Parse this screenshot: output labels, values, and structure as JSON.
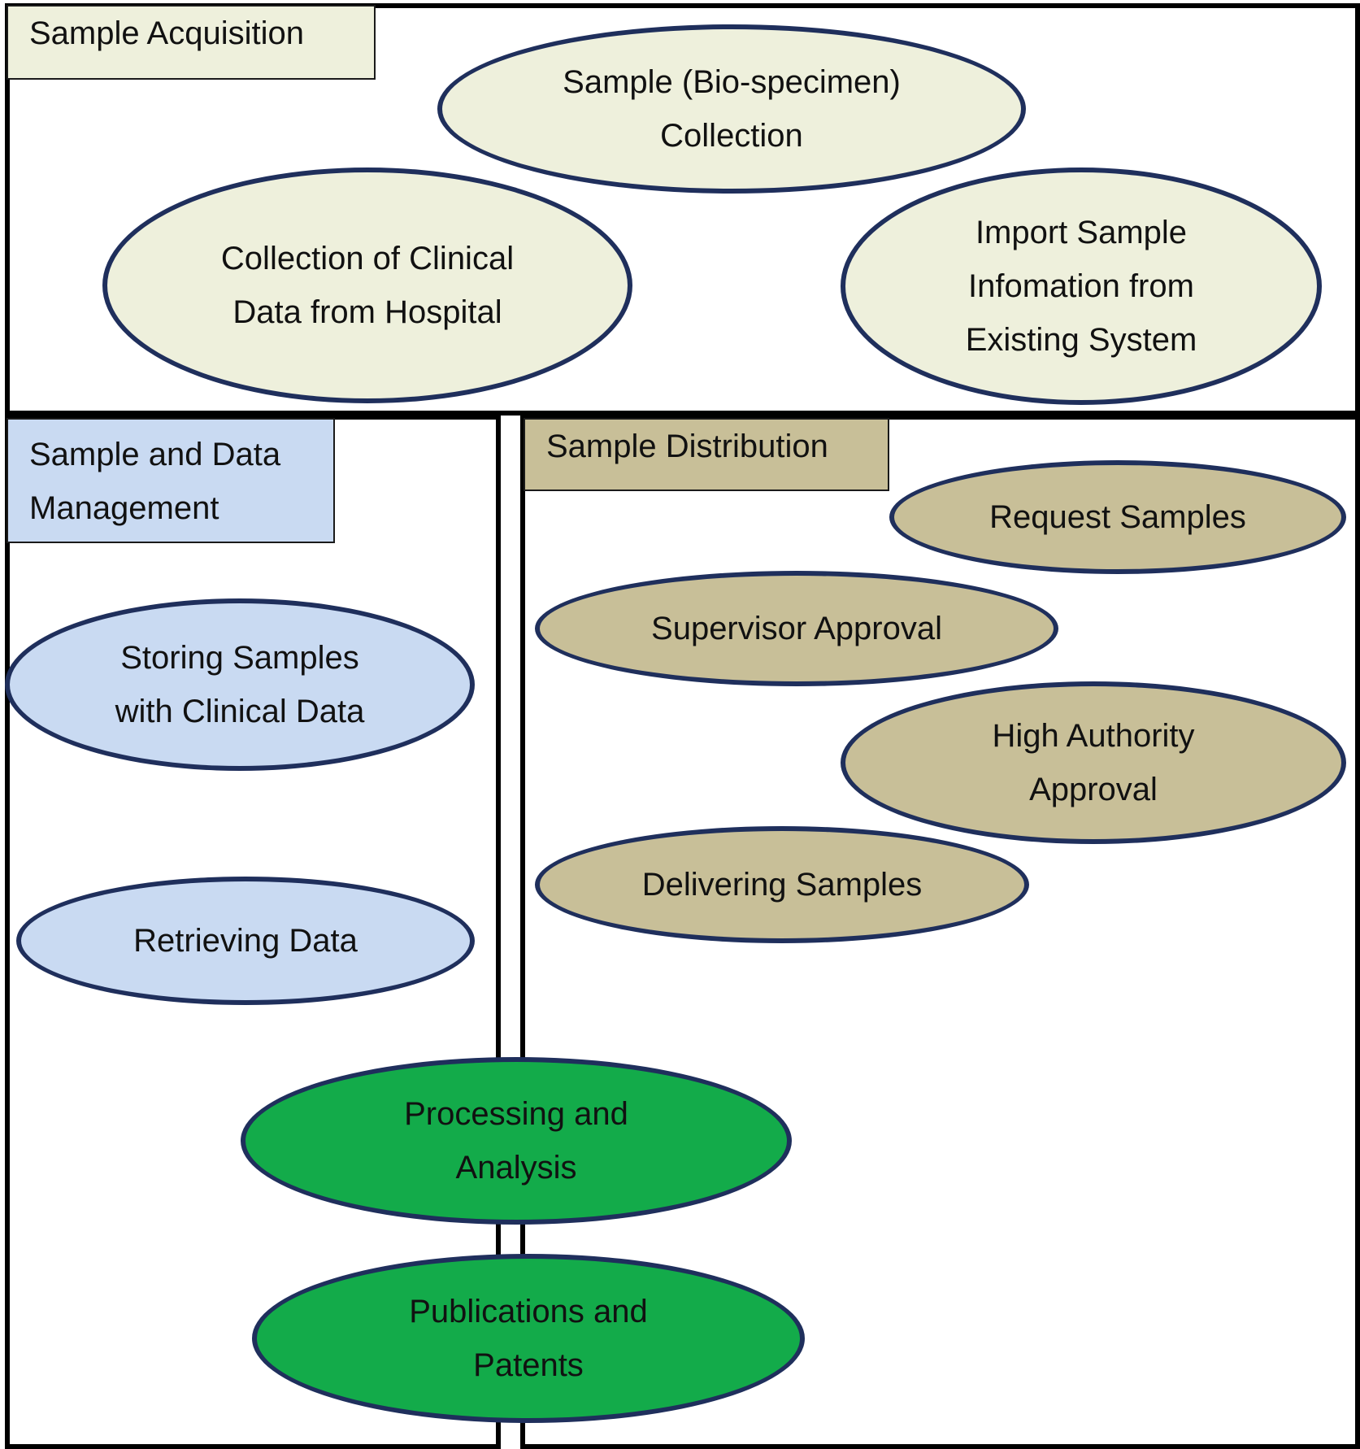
{
  "colors": {
    "acquisition_fill": "#eef0dc",
    "management_fill": "#c9daf2",
    "distribution_fill": "#c8bf98",
    "outcome_fill": "#13ab4a",
    "ellipse_border": "#1f2f5c",
    "panel_border": "#000000"
  },
  "sections": {
    "acquisition": {
      "label": "Sample Acquisition",
      "nodes": [
        "Sample (Bio-specimen)\nCollection",
        "Collection of Clinical\nData from Hospital",
        "Import Sample\nInfomation from\nExisting System"
      ]
    },
    "management": {
      "label": "Sample and Data\nManagement",
      "nodes": [
        "Storing Samples\nwith Clinical Data",
        "Retrieving Data"
      ]
    },
    "distribution": {
      "label": "Sample Distribution",
      "nodes": [
        "Request Samples",
        "Supervisor Approval",
        "High Authority\nApproval",
        "Delivering Samples"
      ]
    }
  },
  "outcomes": [
    "Processing and\nAnalysis",
    "Publications and\nPatents"
  ]
}
